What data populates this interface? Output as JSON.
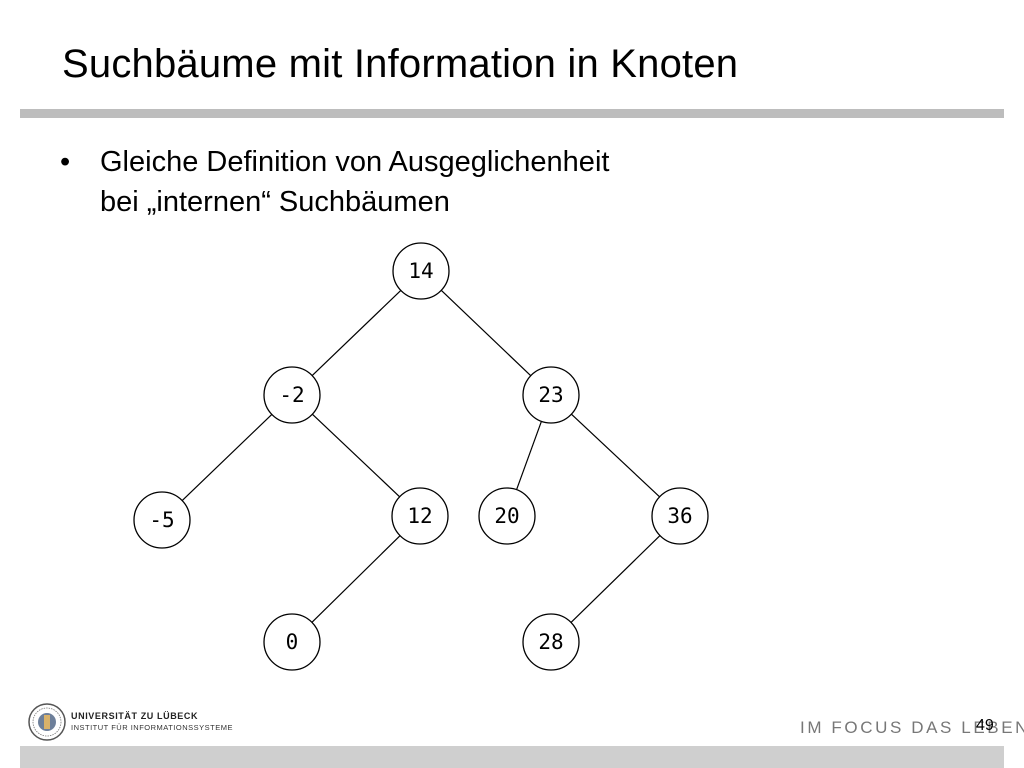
{
  "slide": {
    "title": "Suchbäume mit Information in Knoten",
    "bullet": {
      "line1": "Gleiche Definition von Ausgeglichenheit",
      "line2": "bei „internen“ Suchbäumen"
    }
  },
  "tree": {
    "nodes": [
      {
        "id": "n14",
        "label": "14"
      },
      {
        "id": "nm2",
        "label": "-2"
      },
      {
        "id": "n23",
        "label": "23"
      },
      {
        "id": "nm5",
        "label": "-5"
      },
      {
        "id": "n12",
        "label": "12"
      },
      {
        "id": "n20",
        "label": "20"
      },
      {
        "id": "n36",
        "label": "36"
      },
      {
        "id": "n0",
        "label": "0"
      },
      {
        "id": "n28",
        "label": "28"
      }
    ],
    "edges": [
      [
        "n14",
        "nm2"
      ],
      [
        "n14",
        "n23"
      ],
      [
        "nm2",
        "nm5"
      ],
      [
        "nm2",
        "n12"
      ],
      [
        "n23",
        "n20"
      ],
      [
        "n23",
        "n36"
      ],
      [
        "n12",
        "n0"
      ],
      [
        "n36",
        "n28"
      ]
    ]
  },
  "footer": {
    "university": "UNIVERSITÄT ZU LÜBECK",
    "institute": "INSTITUT FÜR INFORMATIONSSYSTEME",
    "motto": "IM FOCUS DAS LEBEN",
    "page_number": "49",
    "seal_icon": "university-seal-icon"
  }
}
